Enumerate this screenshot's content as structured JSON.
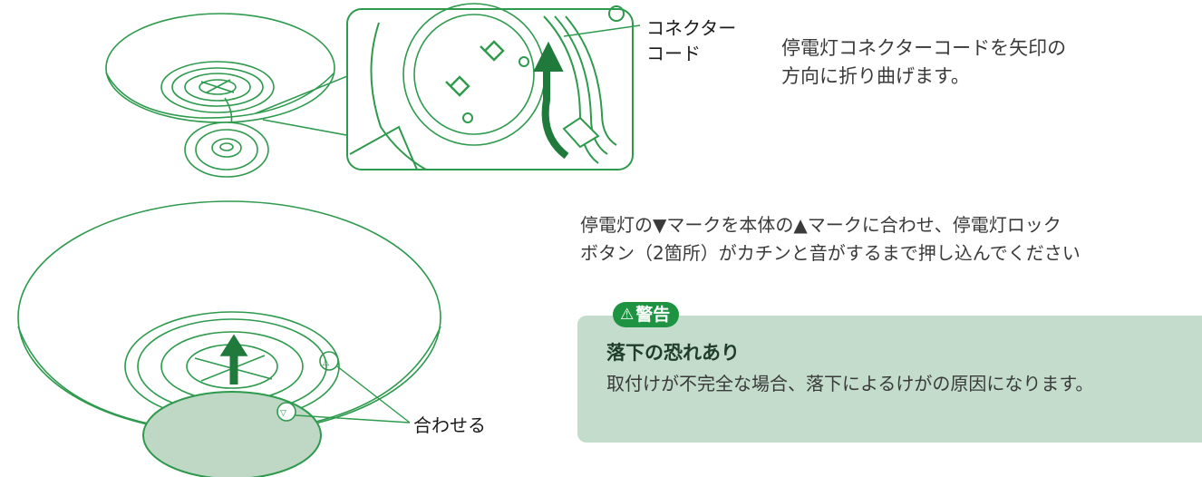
{
  "labels": {
    "connector_line1": "コネクター",
    "connector_line2": "コード",
    "align": "合わせる"
  },
  "instructions": {
    "step1_line1": "停電灯コネクターコードを矢印の",
    "step1_line2": "方向に折り曲げます。",
    "step2_line1": "停電灯の▼マークを本体の▲マークに合わせ、停電灯ロック",
    "step2_line2": "ボタン（2箇所）がカチンと音がするまで押し込んでください"
  },
  "warning": {
    "badge_icon": "⚠",
    "badge": "警告",
    "title": "落下の恐れあり",
    "body": "取付けが不完全な場合、落下によるけがの原因になります。"
  },
  "colors": {
    "line_green": "#2e9a4d",
    "warning_bg": "#c3dccc",
    "badge_green": "#1e9443",
    "lamp_fill": "#bfd8c6"
  }
}
